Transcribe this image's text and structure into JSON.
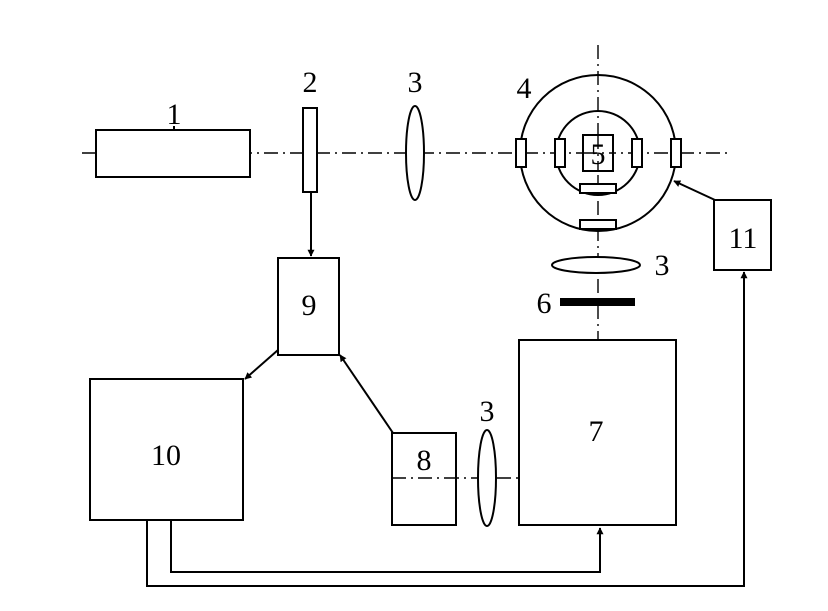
{
  "labels": {
    "c1": "1",
    "c2": "2",
    "c3a": "3",
    "c3b": "3",
    "c3c": "3",
    "c4": "4",
    "c5": "5",
    "c6": "6",
    "c7": "7",
    "c8": "8",
    "c9": "9",
    "c10": "10",
    "c11": "11"
  }
}
